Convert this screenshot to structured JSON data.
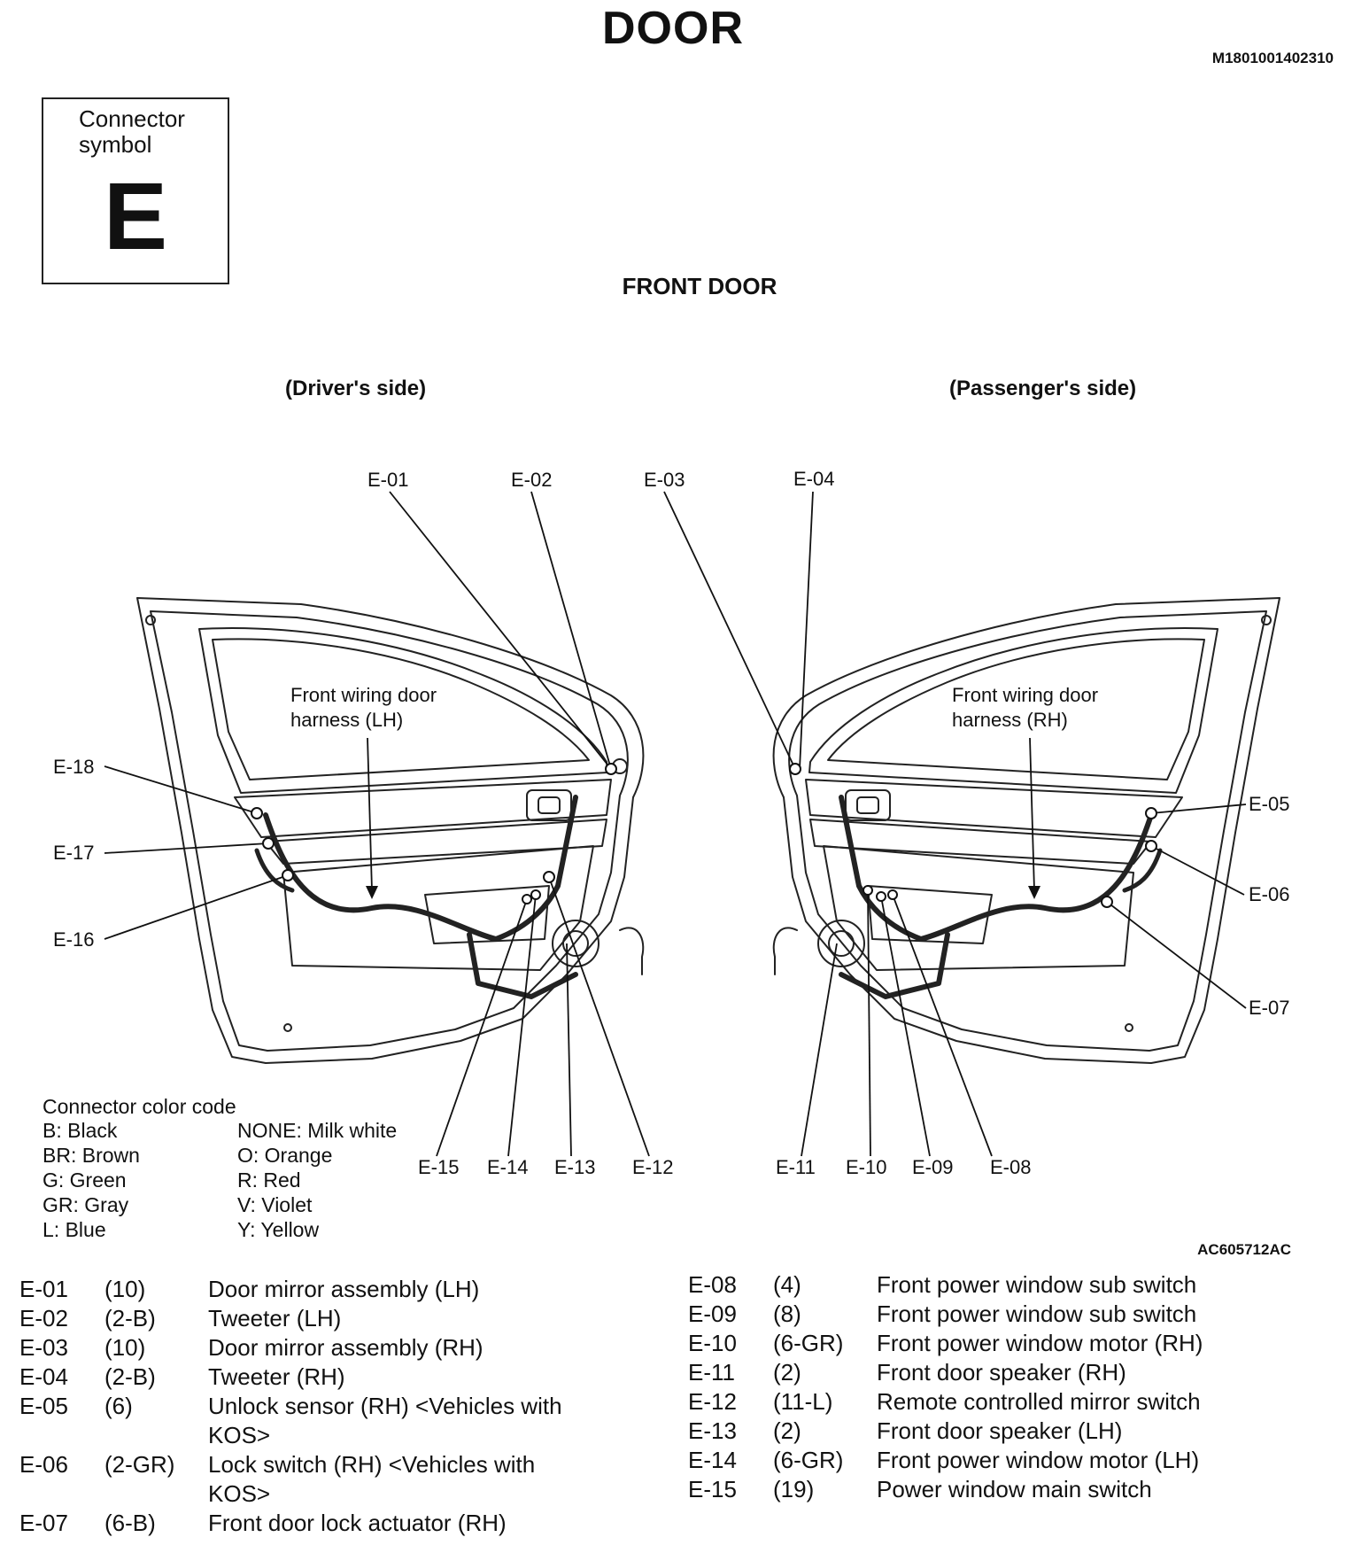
{
  "header": {
    "title": "DOOR",
    "doc_id": "M1801001402310"
  },
  "connector_symbol": {
    "label_line1": "Connector",
    "label_line2": "symbol",
    "letter": "E"
  },
  "section_title": "FRONT DOOR",
  "sides": {
    "driver": "(Driver's side)",
    "passenger": "(Passenger's side)"
  },
  "harness": {
    "lh_line1": "Front wiring door",
    "lh_line2": "harness (LH)",
    "rh_line1": "Front wiring door",
    "rh_line2": "harness (RH)"
  },
  "callouts": [
    "E-01",
    "E-02",
    "E-03",
    "E-04",
    "E-05",
    "E-06",
    "E-07",
    "E-08",
    "E-09",
    "E-10",
    "E-11",
    "E-12",
    "E-13",
    "E-14",
    "E-15",
    "E-16",
    "E-17",
    "E-18"
  ],
  "color_code": {
    "title": "Connector color code",
    "left": [
      "B: Black",
      "BR: Brown",
      "G: Green",
      "GR: Gray",
      "L: Blue"
    ],
    "right": [
      "NONE: Milk white",
      "O: Orange",
      "R: Red",
      "V: Violet",
      "Y: Yellow"
    ]
  },
  "figure_id": "AC605712AC",
  "connectors_left": [
    {
      "id": "E-01",
      "spec": "(10)",
      "desc": "Door mirror assembly (LH)"
    },
    {
      "id": "E-02",
      "spec": "(2-B)",
      "desc": "Tweeter (LH)"
    },
    {
      "id": "E-03",
      "spec": "(10)",
      "desc": "Door mirror assembly (RH)"
    },
    {
      "id": "E-04",
      "spec": "(2-B)",
      "desc": "Tweeter (RH)"
    },
    {
      "id": "E-05",
      "spec": "(6)",
      "desc": "Unlock sensor (RH) <Vehicles with",
      "desc2": "KOS>"
    },
    {
      "id": "E-06",
      "spec": "(2-GR)",
      "desc": "Lock switch (RH) <Vehicles with",
      "desc2": "KOS>"
    },
    {
      "id": "E-07",
      "spec": "(6-B)",
      "desc": "Front door lock actuator (RH)"
    }
  ],
  "connectors_right": [
    {
      "id": "E-08",
      "spec": "(4)",
      "desc": "Front power window sub switch"
    },
    {
      "id": "E-09",
      "spec": "(8)",
      "desc": "Front power window sub switch"
    },
    {
      "id": "E-10",
      "spec": "(6-GR)",
      "desc": "Front power window motor (RH)"
    },
    {
      "id": "E-11",
      "spec": "(2)",
      "desc": "Front door speaker (RH)"
    },
    {
      "id": "E-12",
      "spec": "(11-L)",
      "desc": "Remote controlled mirror switch"
    },
    {
      "id": "E-13",
      "spec": "(2)",
      "desc": "Front door speaker (LH)"
    },
    {
      "id": "E-14",
      "spec": "(6-GR)",
      "desc": "Front power window motor (LH)"
    },
    {
      "id": "E-15",
      "spec": "(19)",
      "desc": "Power window main switch"
    }
  ]
}
